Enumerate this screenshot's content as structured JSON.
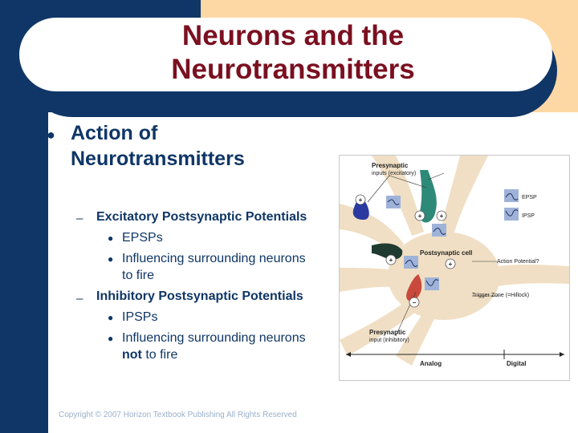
{
  "slide": {
    "title_line1": "Neurons and the",
    "title_line2": "Neurotransmitters",
    "main_bullet": {
      "symbol": "l",
      "heading_line1": "Action of",
      "heading_line2": "Neurotransmitters"
    },
    "sub_bullets": [
      {
        "dash": "–",
        "text": "Excitatory Postsynaptic Potentials",
        "items": [
          {
            "symbol": "l",
            "text": "EPSPs"
          },
          {
            "symbol": "l",
            "text_line1": "Influencing surrounding neurons",
            "text_line2": "to fire"
          }
        ]
      },
      {
        "dash": "–",
        "text": "Inhibitory Postsynaptic Potentials",
        "items": [
          {
            "symbol": "l",
            "text": "IPSPs"
          },
          {
            "symbol": "l",
            "text_line1": "Influencing surrounding neurons",
            "text_line2_bold": "not",
            "text_line2_rest": " to fire"
          }
        ]
      }
    ],
    "copyright": "Copyright © 2007 Horizon Textbook Publishing All Rights Reserved"
  },
  "figure": {
    "labels": {
      "presynaptic_excitatory_line1": "Presynaptic",
      "presynaptic_excitatory_line2": "inputs (excitatory)",
      "epsp": "EPSP",
      "ipsp": "IPSP",
      "postsynaptic_cell": "Postsynaptic cell",
      "action_potential": "Action Potential?",
      "trigger_zone": "Trigger Zone (=Hillock)",
      "presynaptic_inhibitory_line1": "Presynaptic",
      "presynaptic_inhibitory_line2": "input (inhibitory)",
      "analog": "Analog",
      "digital": "Digital"
    },
    "signs": {
      "plus": "+",
      "minus": "−"
    },
    "colors": {
      "excitatory_blue": "#2a3aa0",
      "excitatory_teal": "#2e8a78",
      "excitatory_dark": "#1f3a30",
      "inhibitory_red": "#c94a3c",
      "cell_body": "#f0dfc4"
    }
  },
  "theme": {
    "navy": "#0f3666",
    "peach": "#fdd8a4",
    "title_color": "#7a1020",
    "text_color": "#0f3666"
  }
}
